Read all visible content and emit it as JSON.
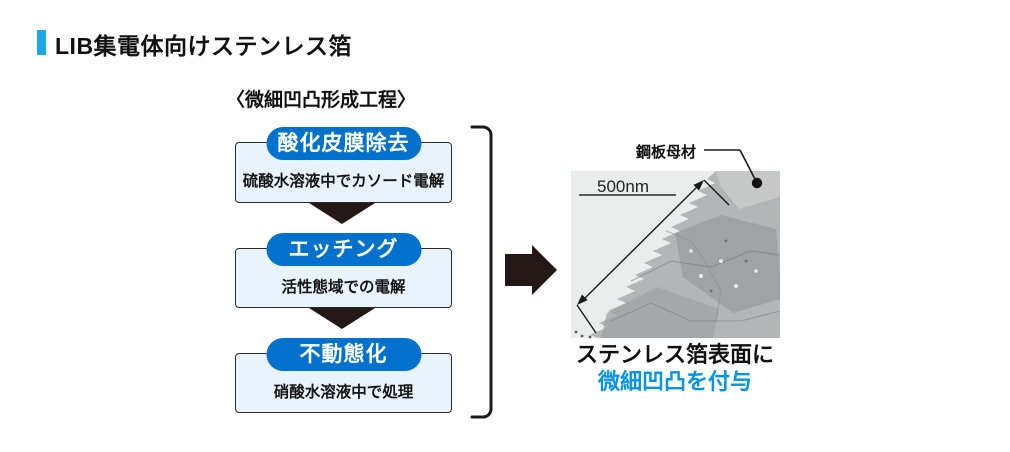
{
  "header": {
    "title": "LIB集電体向けステンレス箔",
    "accent_color": "#1BA9E6"
  },
  "process": {
    "heading": "〈微細凹凸形成工程〉",
    "step_badge_color": "#0171CE",
    "box_fill_color": "#E9F3FB",
    "steps": [
      {
        "label": "酸化皮膜除去",
        "description": "硫酸水溶液中でカソード電解"
      },
      {
        "label": "エッチング",
        "description": "活性態域での電解"
      },
      {
        "label": "不動態化",
        "description": "硝酸水溶液中で処理"
      }
    ]
  },
  "figure": {
    "material_label": "鋼板母材",
    "scale_label": "500nm",
    "caption_line1": "ステンレス箔表面に",
    "caption_line2": "微細凹凸を付与",
    "caption_highlight_color": "#0093E4"
  }
}
